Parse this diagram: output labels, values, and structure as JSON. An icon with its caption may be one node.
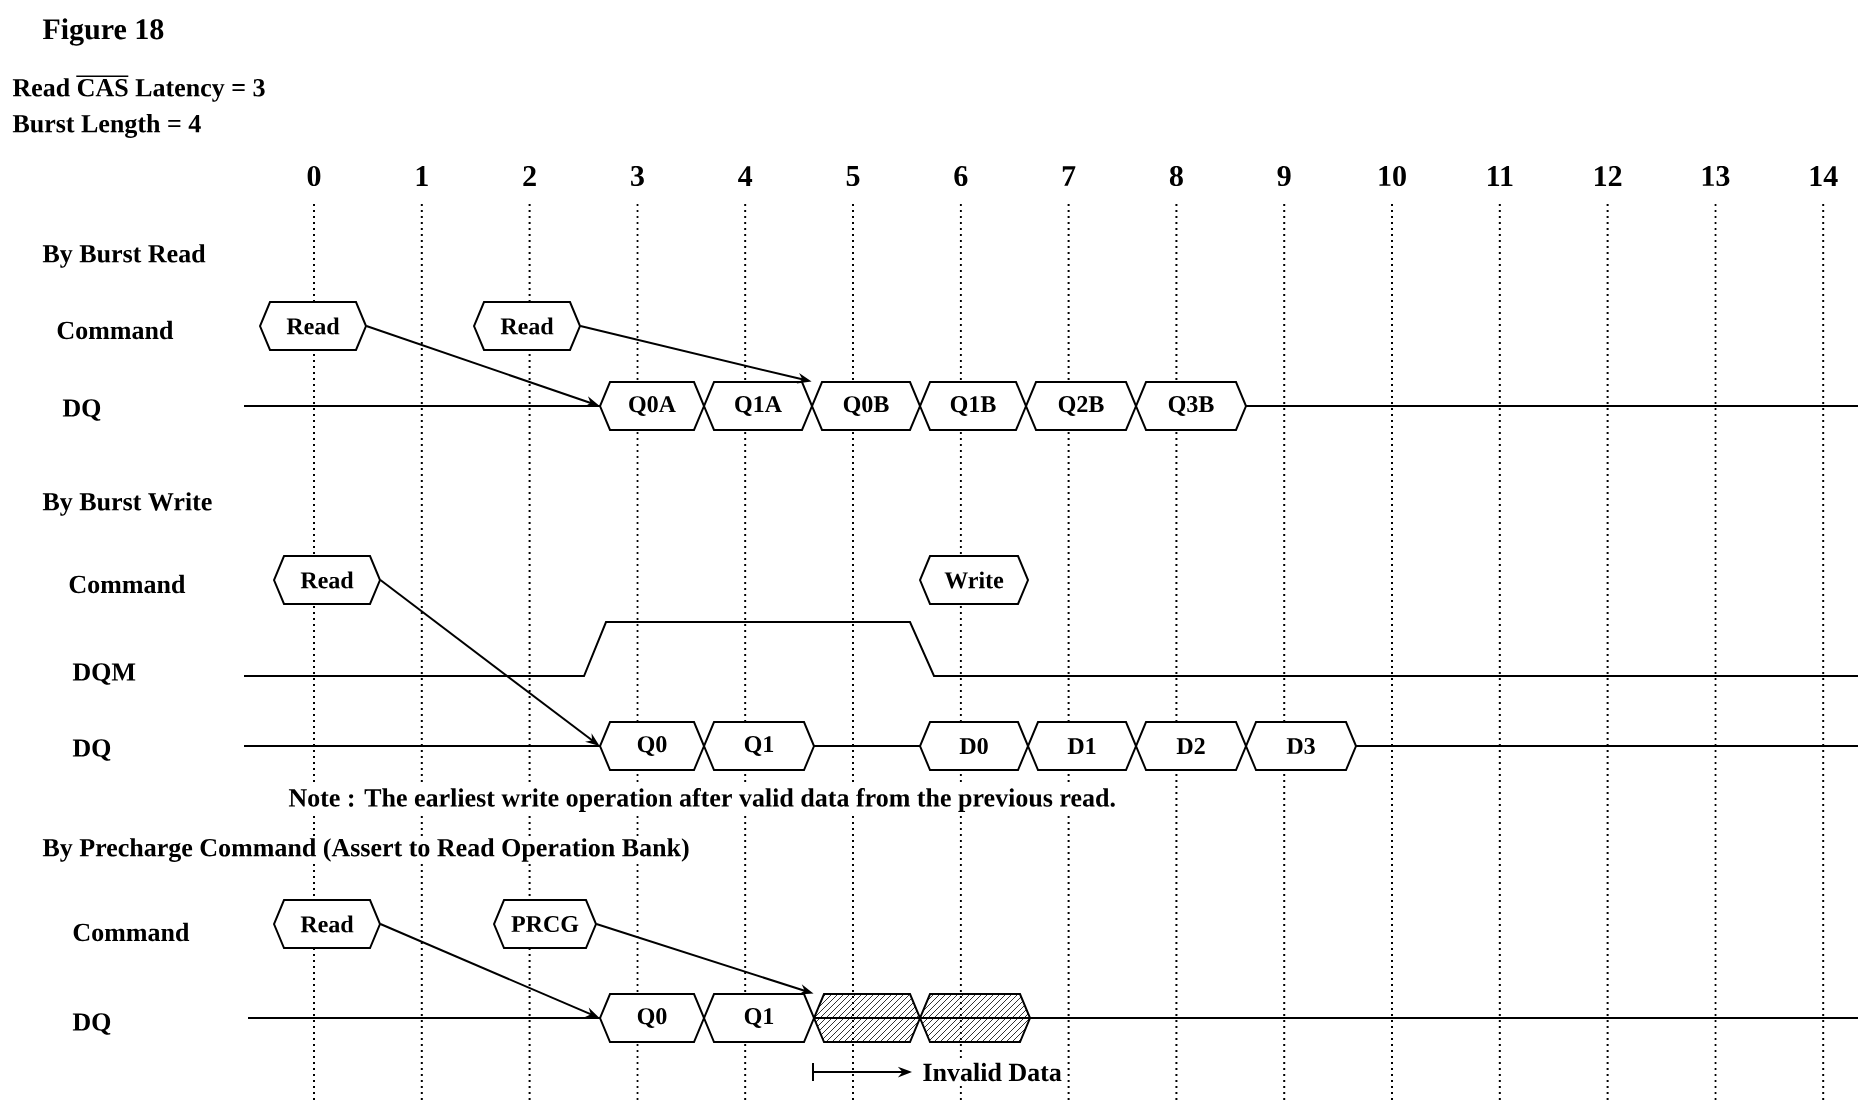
{
  "diagram": {
    "nodes": [
      {
        "text": [
          "Read"
        ]
      },
      {
        "text": [
          "Read"
        ]
      },
      {
        "text": [
          "Q0A"
        ]
      },
      {
        "text": [
          "Q1A"
        ]
      },
      {
        "text": [
          "Q0B"
        ]
      },
      {
        "text": [
          "Q1B"
        ]
      },
      {
        "text": [
          "Q2B"
        ]
      },
      {
        "text": [
          "Q3B"
        ]
      },
      {
        "text": [
          "Read"
        ]
      },
      {
        "text": [
          "Write"
        ]
      },
      {
        "text": [
          "Q0"
        ]
      },
      {
        "text": [
          "Q1"
        ]
      },
      {
        "text": [
          "D0"
        ]
      },
      {
        "text": [
          "D1"
        ]
      },
      {
        "text": [
          "D2"
        ]
      },
      {
        "text": [
          "D3"
        ]
      },
      {
        "text": [
          "Read"
        ]
      },
      {
        "text": [
          "PRCG"
        ]
      },
      {
        "text": [
          "Q0"
        ]
      },
      {
        "text": [
          "Q1"
        ]
      },
      {
        "text": [],
        "shape": "hexagon"
      },
      {
        "text": [],
        "shape": "hexagon"
      }
    ],
    "edges": [
      {
        "from": 0,
        "to": 2,
        "arrow": "to"
      },
      {
        "from": 1,
        "to": 4,
        "arrow": "to"
      },
      {
        "from": 8,
        "to": 10,
        "arrow": "to"
      },
      {
        "from": 16,
        "to": 18,
        "arrow": "to"
      },
      {
        "from": 17,
        "to": 20,
        "arrow": "to"
      }
    ],
    "labels": [
      "Figure 18",
      "Read CAS Latency = 3",
      "Burst Length = 4",
      "0",
      "1",
      "2",
      "3",
      "4",
      "5",
      "6",
      "7",
      "8",
      "9",
      "10",
      "11",
      "12",
      "13",
      "14",
      "By Burst Read",
      "Command",
      "DQ",
      "By Burst Write",
      "Command",
      "DQM",
      "DQ",
      "Note : The earliest write operation after valid data from the previous read.",
      "By Precharge Command (Assert to Read Operation Bank)",
      "Command",
      "DQ",
      "Invalid Data"
    ]
  }
}
